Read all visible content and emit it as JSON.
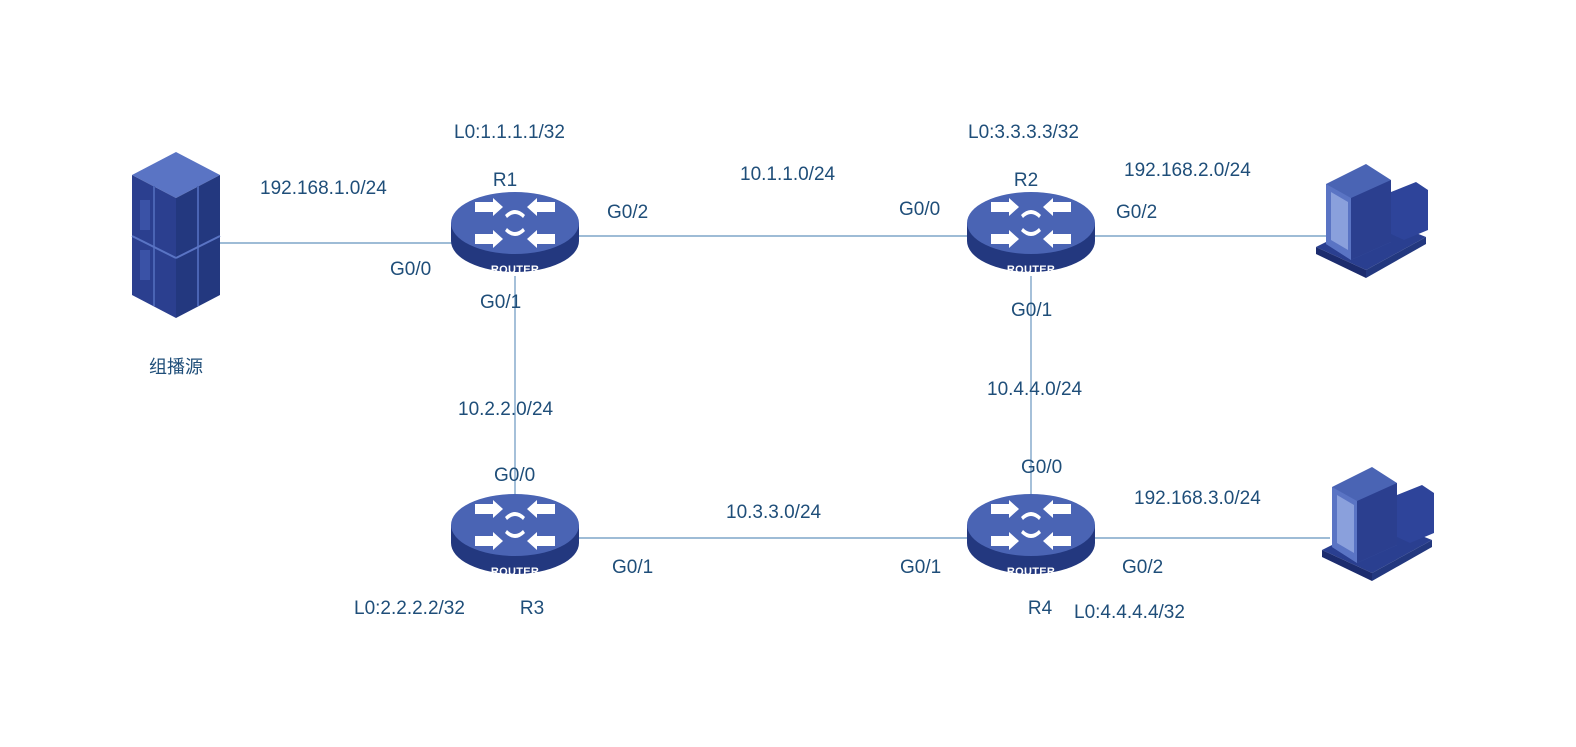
{
  "source_label": "组播源",
  "routers": {
    "r1": {
      "name": "R1",
      "loopback": "L0:1.1.1.1/32",
      "badge": "ROUTER"
    },
    "r2": {
      "name": "R2",
      "loopback": "L0:3.3.3.3/32",
      "badge": "ROUTER"
    },
    "r3": {
      "name": "R3",
      "loopback": "L0:2.2.2.2/32",
      "badge": "ROUTER"
    },
    "r4": {
      "name": "R4",
      "loopback": "L0:4.4.4.4/32",
      "badge": "ROUTER"
    }
  },
  "networks": {
    "src_r1": "192.168.1.0/24",
    "r1_r2": "10.1.1.0/24",
    "r2_pc1": "192.168.2.0/24",
    "r1_r3": "10.2.2.0/24",
    "r2_r4": "10.4.4.0/24",
    "r3_r4": "10.3.3.0/24",
    "r4_pc2": "192.168.3.0/24"
  },
  "interfaces": {
    "r1_src": "G0/0",
    "r1_r2": "G0/2",
    "r1_r3": "G0/1",
    "r2_r1": "G0/0",
    "r2_pc": "G0/2",
    "r2_r4": "G0/1",
    "r3_r1": "G0/0",
    "r3_r4": "G0/1",
    "r4_r2": "G0/0",
    "r4_r3": "G0/1",
    "r4_pc": "G0/2"
  }
}
